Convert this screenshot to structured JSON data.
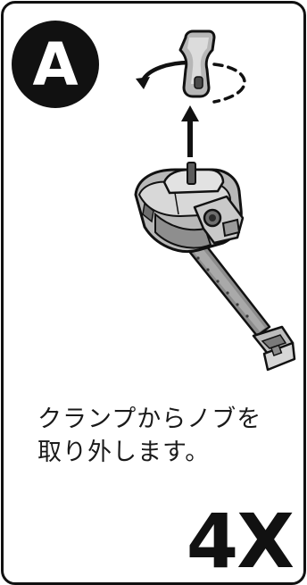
{
  "step": {
    "letter": "A"
  },
  "instruction": {
    "line1": "クランプからノブを",
    "line2": "取り外します。"
  },
  "quantity": "4X",
  "illustration": {
    "icons": [
      "knob-icon",
      "rotation-arrow-icon",
      "lift-arrow-icon",
      "clamp-icon",
      "strap-icon"
    ]
  },
  "colors": {
    "ink": "#111111",
    "part_light": "#d9d9d9",
    "part_mid": "#a8a8a8",
    "part_dark": "#6e6e6e",
    "background": "#ffffff"
  }
}
